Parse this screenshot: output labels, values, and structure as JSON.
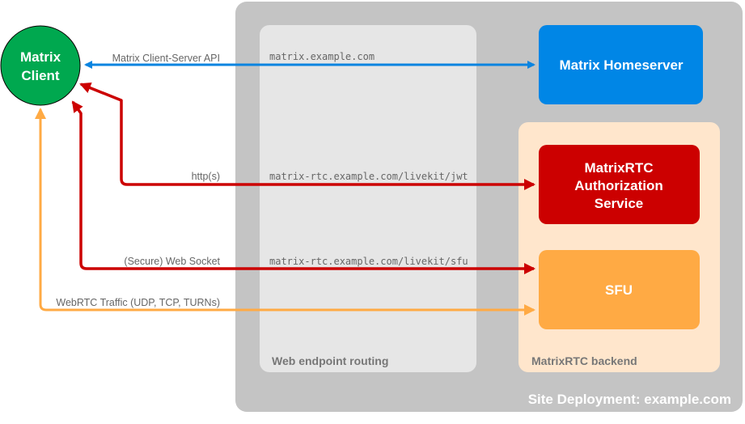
{
  "colors": {
    "client": "#00a84f",
    "homeserver": "#0086e6",
    "auth": "#cc0000",
    "sfu": "#ffaa44",
    "site": "#c4c4c4",
    "routing": "#e6e6e6",
    "backend": "#ffe6cc",
    "blue_arrow": "#0a84e0",
    "red_arrow": "#cc0000",
    "orange_arrow": "#ffaa44"
  },
  "nodes": {
    "client": [
      "Matrix",
      "Client"
    ],
    "homeserver": "Matrix Homeserver",
    "auth": [
      "MatrixRTC",
      "Authorization",
      "Service"
    ],
    "sfu": "SFU"
  },
  "groups": {
    "site": "Site Deployment: example.com",
    "routing": "Web endpoint routing",
    "backend": "MatrixRTC backend"
  },
  "connections": [
    {
      "label": "Matrix Client-Server API",
      "endpoint": "matrix.example.com"
    },
    {
      "label": "http(s)",
      "endpoint": "matrix-rtc.example.com/livekit/jwt"
    },
    {
      "label": "(Secure) Web Socket",
      "endpoint": "matrix-rtc.example.com/livekit/sfu"
    },
    {
      "label": "WebRTC Traffic (UDP, TCP, TURNs)",
      "endpoint": ""
    }
  ]
}
